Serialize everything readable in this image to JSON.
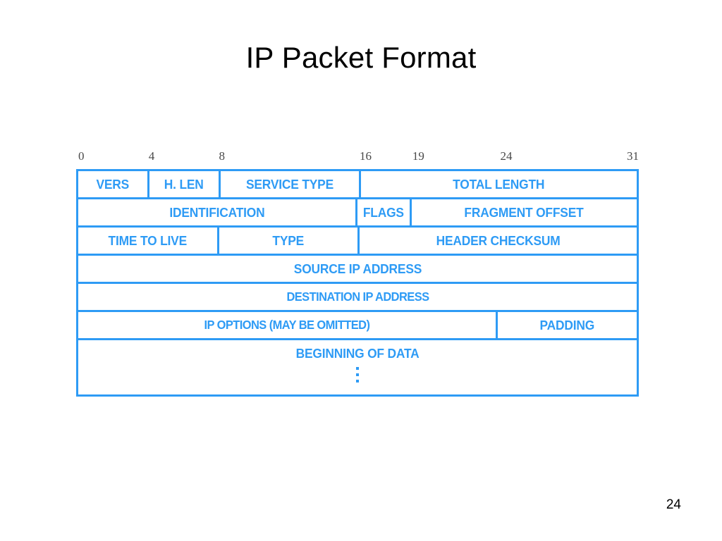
{
  "slide": {
    "title": "IP Packet Format",
    "page_number": "24",
    "accent_color": "#2e9bf5",
    "title_color": "#000000",
    "background_color": "#ffffff"
  },
  "diagram": {
    "name": "ip-packet-header-layout",
    "total_bits": 32,
    "bit_ruler": [
      {
        "label": "0",
        "bit": 0
      },
      {
        "label": "4",
        "bit": 4
      },
      {
        "label": "8",
        "bit": 8
      },
      {
        "label": "16",
        "bit": 16
      },
      {
        "label": "19",
        "bit": 19
      },
      {
        "label": "24",
        "bit": 24
      },
      {
        "label": "31",
        "bit": 31
      }
    ],
    "rows": [
      {
        "name": "row-word-1",
        "cells": [
          {
            "label": "VERS",
            "bits": 4
          },
          {
            "label": "H. LEN",
            "bits": 4
          },
          {
            "label": "SERVICE TYPE",
            "bits": 8
          },
          {
            "label": "TOTAL LENGTH",
            "bits": 16
          }
        ]
      },
      {
        "name": "row-word-2",
        "cells": [
          {
            "label": "IDENTIFICATION",
            "bits": 16
          },
          {
            "label": "FLAGS",
            "bits": 3
          },
          {
            "label": "FRAGMENT OFFSET",
            "bits": 13
          }
        ]
      },
      {
        "name": "row-word-3",
        "cells": [
          {
            "label": "TIME TO LIVE",
            "bits": 8
          },
          {
            "label": "TYPE",
            "bits": 8
          },
          {
            "label": "HEADER CHECKSUM",
            "bits": 16
          }
        ]
      },
      {
        "name": "row-word-4",
        "cells": [
          {
            "label": "SOURCE IP ADDRESS",
            "bits": 32
          }
        ]
      },
      {
        "name": "row-word-5",
        "cells": [
          {
            "label": "DESTINATION IP ADDRESS",
            "bits": 32
          }
        ]
      },
      {
        "name": "row-word-6",
        "cells": [
          {
            "label": "IP OPTIONS (MAY BE OMITTED)",
            "bits": 24
          },
          {
            "label": "PADDING",
            "bits": 8
          }
        ]
      },
      {
        "name": "row-data",
        "tall": true,
        "cells": [
          {
            "label": "BEGINNING OF DATA",
            "bits": 32,
            "ellipsis": true
          }
        ]
      }
    ]
  }
}
